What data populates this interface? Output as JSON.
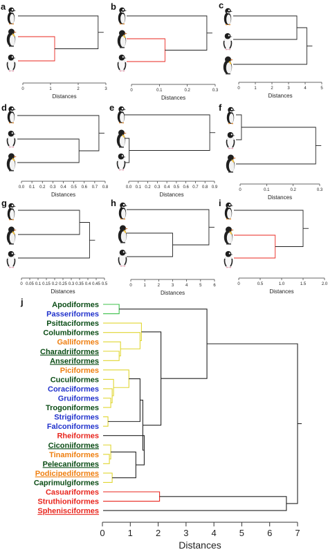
{
  "colors": {
    "link_black": "#222222",
    "link_red": "#e8261e",
    "link_green": "#3cc04a",
    "link_yellow": "#e0d630",
    "label_green": "#0b4d16",
    "label_blue": "#2233cc",
    "label_orange": "#ef7f10",
    "label_red": "#e8261e"
  },
  "icons": [
    "chinstrap-penguin-icon",
    "emperor-penguin-icon",
    "adelie-penguin-icon"
  ],
  "chart_data": [
    {
      "panel": "a",
      "type": "dendrogram",
      "xlabel": "Distances",
      "xlim": [
        0,
        3
      ],
      "ticks": [
        0,
        1,
        2,
        3
      ],
      "tick_labels": [
        "0",
        "1",
        "2",
        "3"
      ],
      "leaves": [
        "chinstrap-penguin-icon",
        "emperor-penguin-icon",
        "adelie-penguin-icon"
      ],
      "merges": [
        {
          "left": 1,
          "right": 2,
          "height": 1.15,
          "color": "red"
        },
        {
          "left": 0,
          "right": "m0",
          "height": 2.72,
          "color": "black"
        }
      ]
    },
    {
      "panel": "b",
      "type": "dendrogram",
      "xlabel": "Distances",
      "xlim": [
        0,
        0.3
      ],
      "ticks": [
        0,
        0.1,
        0.2,
        0.3
      ],
      "tick_labels": [
        "0",
        "0.1",
        "0.2",
        "0.3"
      ],
      "leaves": [
        "chinstrap-penguin-icon",
        "emperor-penguin-icon",
        "adelie-penguin-icon"
      ],
      "merges": [
        {
          "left": 1,
          "right": 2,
          "height": 0.12,
          "color": "red"
        },
        {
          "left": 0,
          "right": "m0",
          "height": 0.27,
          "color": "black"
        }
      ]
    },
    {
      "panel": "c",
      "type": "dendrogram",
      "xlabel": "Distances",
      "xlim": [
        0,
        5
      ],
      "ticks": [
        0,
        1,
        2,
        3,
        4,
        5
      ],
      "tick_labels": [
        "0",
        "1",
        "2",
        "3",
        "4",
        "5"
      ],
      "leaves": [
        "chinstrap-penguin-icon",
        "adelie-penguin-icon",
        "emperor-penguin-icon"
      ],
      "merges": [
        {
          "left": 0,
          "right": 1,
          "height": 3.5,
          "color": "black"
        },
        {
          "left": "m0",
          "right": 2,
          "height": 4.1,
          "color": "black"
        }
      ]
    },
    {
      "panel": "d",
      "type": "dendrogram",
      "xlabel": "Distances",
      "xlim": [
        0,
        0.8
      ],
      "ticks": [
        0,
        0.1,
        0.2,
        0.3,
        0.4,
        0.5,
        0.6,
        0.7,
        0.8
      ],
      "tick_labels": [
        "0.0",
        "0.1",
        "0.2",
        "0.3",
        "0.4",
        "0.5",
        "0.6",
        "0.7",
        "0.8"
      ],
      "leaves": [
        "chinstrap-penguin-icon",
        "adelie-penguin-icon",
        "emperor-penguin-icon"
      ],
      "merges": [
        {
          "left": 1,
          "right": 2,
          "height": 0.55,
          "color": "black"
        },
        {
          "left": 0,
          "right": "m0",
          "height": 0.74,
          "color": "black"
        }
      ]
    },
    {
      "panel": "e",
      "type": "dendrogram",
      "xlabel": "Distances",
      "xlim": [
        0,
        0.9
      ],
      "ticks": [
        0,
        0.1,
        0.2,
        0.3,
        0.4,
        0.5,
        0.6,
        0.7,
        0.8,
        0.9
      ],
      "tick_labels": [
        "0.0",
        "0.1",
        "0.2",
        "0.3",
        "0.4",
        "0.5",
        "0.6",
        "0.7",
        "0.8",
        "0.9"
      ],
      "leaves": [
        "chinstrap-penguin-icon",
        "emperor-penguin-icon",
        "adelie-penguin-icon"
      ],
      "merges": [
        {
          "left": 1,
          "right": 2,
          "height": 0.005,
          "color": "black"
        },
        {
          "left": 0,
          "right": "m0",
          "height": 0.85,
          "color": "black"
        }
      ]
    },
    {
      "panel": "f",
      "type": "dendrogram",
      "xlabel": "Distances",
      "xlim": [
        0,
        0.3
      ],
      "ticks": [
        0,
        0.1,
        0.2,
        0.3
      ],
      "tick_labels": [
        "0",
        "0.1",
        "0.2",
        "0.3"
      ],
      "leaves": [
        "chinstrap-penguin-icon",
        "adelie-penguin-icon",
        "emperor-penguin-icon"
      ],
      "merges": [
        {
          "left": 0,
          "right": 1,
          "height": 0.005,
          "color": "black"
        },
        {
          "left": "m0",
          "right": 2,
          "height": 0.285,
          "color": "black"
        }
      ]
    },
    {
      "panel": "g",
      "type": "dendrogram",
      "xlabel": "Distances",
      "xlim": [
        0,
        0.5
      ],
      "ticks": [
        0,
        0.05,
        0.1,
        0.15,
        0.2,
        0.25,
        0.3,
        0.35,
        0.4,
        0.45,
        0.5
      ],
      "tick_labels": [
        "0",
        "0.05",
        "0.1",
        "0.15",
        "0.2",
        "0.25",
        "0.3",
        "0.35",
        "0.4",
        "0.45",
        "0.5"
      ],
      "leaves": [
        "chinstrap-penguin-icon",
        "emperor-penguin-icon",
        "adelie-penguin-icon"
      ],
      "merges": [
        {
          "left": 0,
          "right": 1,
          "height": 0.35,
          "color": "black"
        },
        {
          "left": "m0",
          "right": 2,
          "height": 0.41,
          "color": "black"
        }
      ]
    },
    {
      "panel": "h",
      "type": "dendrogram",
      "xlabel": "Distances",
      "xlim": [
        0,
        6
      ],
      "ticks": [
        0,
        1,
        2,
        3,
        4,
        5,
        6
      ],
      "tick_labels": [
        "0",
        "1",
        "2",
        "3",
        "4",
        "5",
        "6"
      ],
      "leaves": [
        "chinstrap-penguin-icon",
        "emperor-penguin-icon",
        "adelie-penguin-icon"
      ],
      "merges": [
        {
          "left": 1,
          "right": 2,
          "height": 3.0,
          "color": "black"
        },
        {
          "left": 0,
          "right": "m0",
          "height": 5.6,
          "color": "black"
        }
      ]
    },
    {
      "panel": "i",
      "type": "dendrogram",
      "xlabel": "Distances",
      "xlim": [
        0,
        2
      ],
      "ticks": [
        0,
        0.5,
        1,
        1.5,
        2
      ],
      "tick_labels": [
        "0",
        "0.5",
        "1.0",
        "1.5",
        "2.0"
      ],
      "leaves": [
        "chinstrap-penguin-icon",
        "emperor-penguin-icon",
        "adelie-penguin-icon"
      ],
      "merges": [
        {
          "left": 1,
          "right": 2,
          "height": 0.85,
          "color": "red"
        },
        {
          "left": 0,
          "right": "m0",
          "height": 1.5,
          "color": "black"
        }
      ]
    },
    {
      "panel": "j",
      "type": "dendrogram",
      "xlabel": "Distances",
      "xlim": [
        0,
        7
      ],
      "ticks": [
        0,
        1,
        2,
        3,
        4,
        5,
        6,
        7
      ],
      "tick_labels": [
        "0",
        "1",
        "2",
        "3",
        "4",
        "5",
        "6",
        "7"
      ],
      "leaves": [
        {
          "name": "Apodiformes",
          "color": "label_green",
          "underline": false
        },
        {
          "name": "Passeriformes",
          "color": "label_blue",
          "underline": false
        },
        {
          "name": "Psittaciformes",
          "color": "label_green",
          "underline": false
        },
        {
          "name": "Columbiformes",
          "color": "label_green",
          "underline": false
        },
        {
          "name": "Galliformes",
          "color": "label_orange",
          "underline": false
        },
        {
          "name": "Charadriiformes",
          "color": "label_green",
          "underline": true
        },
        {
          "name": "Anseriformes",
          "color": "label_green",
          "underline": true
        },
        {
          "name": "Piciformes",
          "color": "label_orange",
          "underline": false
        },
        {
          "name": "Cuculiformes",
          "color": "label_green",
          "underline": false
        },
        {
          "name": "Coraciiformes",
          "color": "label_blue",
          "underline": false
        },
        {
          "name": "Gruiformes",
          "color": "label_blue",
          "underline": false
        },
        {
          "name": "Trogoniformes",
          "color": "label_green",
          "underline": false
        },
        {
          "name": "Strigiformes",
          "color": "label_blue",
          "underline": false
        },
        {
          "name": "Falconiformes",
          "color": "label_blue",
          "underline": false
        },
        {
          "name": "Rheiformes",
          "color": "label_red",
          "underline": false
        },
        {
          "name": "Ciconiiformes",
          "color": "label_green",
          "underline": true
        },
        {
          "name": "Tinamiformes",
          "color": "label_orange",
          "underline": false
        },
        {
          "name": "Pelecaniformes",
          "color": "label_green",
          "underline": true
        },
        {
          "name": "Podicipediformes",
          "color": "label_orange",
          "underline": true
        },
        {
          "name": "Caprimulgiformes",
          "color": "label_green",
          "underline": false
        },
        {
          "name": "Casuariformes",
          "color": "label_red",
          "underline": false
        },
        {
          "name": "Struthioniformes",
          "color": "label_red",
          "underline": false
        },
        {
          "name": "Sphenisciformes",
          "color": "label_red",
          "underline": true
        }
      ],
      "merges": [
        {
          "left": 0,
          "right": 1,
          "height": 0.6,
          "color": "green"
        },
        {
          "left": 5,
          "right": 6,
          "height": 0.6,
          "color": "yellow"
        },
        {
          "left": 4,
          "right": "m1",
          "height": 0.65,
          "color": "yellow"
        },
        {
          "left": 3,
          "right": "m2",
          "height": 1.35,
          "color": "yellow"
        },
        {
          "left": 2,
          "right": "m3",
          "height": 1.4,
          "color": "yellow"
        },
        {
          "left": 10,
          "right": 11,
          "height": 0.3,
          "color": "yellow"
        },
        {
          "left": 9,
          "right": "m5",
          "height": 0.35,
          "color": "yellow"
        },
        {
          "left": 8,
          "right": "m6",
          "height": 0.4,
          "color": "yellow"
        },
        {
          "left": 7,
          "right": "m7",
          "height": 0.95,
          "color": "yellow"
        },
        {
          "left": 12,
          "right": 13,
          "height": 0.2,
          "color": "yellow"
        },
        {
          "left": "m8",
          "right": "m9",
          "height": 1.35,
          "color": "black"
        },
        {
          "left": 16,
          "right": 17,
          "height": 0.25,
          "color": "yellow"
        },
        {
          "left": 15,
          "right": "m11",
          "height": 0.3,
          "color": "yellow"
        },
        {
          "left": 18,
          "right": 19,
          "height": 0.35,
          "color": "yellow"
        },
        {
          "left": "m12",
          "right": "m13",
          "height": 1.2,
          "color": "black"
        },
        {
          "left": 14,
          "right": "m14",
          "height": 1.5,
          "color": "black"
        },
        {
          "left": "m10",
          "right": "m15",
          "height": 1.45,
          "color": "black"
        },
        {
          "left": "m4",
          "right": "m16",
          "height": 2.1,
          "color": "black"
        },
        {
          "left": "m0",
          "right": "m17",
          "height": 3.75,
          "color": "black"
        },
        {
          "left": 20,
          "right": 21,
          "height": 2.05,
          "color": "red"
        },
        {
          "left": "m19",
          "right": 22,
          "height": 6.6,
          "color": "black"
        },
        {
          "left": "m18",
          "right": "m20",
          "height": 7.0,
          "color": "black"
        }
      ]
    }
  ]
}
